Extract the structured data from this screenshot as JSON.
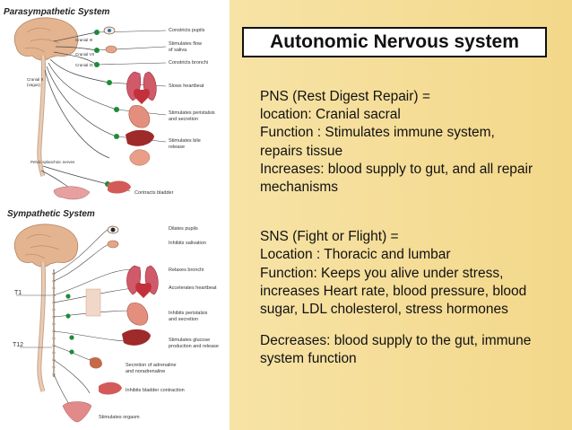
{
  "slide": {
    "title": "Autonomic Nervous system",
    "pns": {
      "heading": "PNS (Rest Digest Repair) =",
      "location": "location:   Cranial sacral",
      "function_1": "Function :  Stimulates immune system,",
      "function_2": "repairs tissue",
      "increases_1": "Increases: blood supply to gut, and all repair",
      "increases_2": "mechanisms"
    },
    "sns": {
      "heading": "SNS (Fight or Flight) =",
      "location": "Location : Thoracic and lumbar",
      "function_1": "Function: Keeps you alive under stress,",
      "function_2": "increases Heart rate, blood pressure, blood",
      "function_3": "sugar, LDL cholesterol, stress hormones",
      "decreases_1": "Decreases: blood supply to the gut, immune",
      "decreases_2": "system function"
    }
  },
  "diagram": {
    "parasympathetic_title": "Parasympathetic System",
    "sympathetic_title": "Sympathetic System",
    "para_labels": {
      "constricts_pupils": "Constricts pupils",
      "saliva_1": "Stimulates flow",
      "saliva_2": "of saliva",
      "bronchi": "Constricts bronchi",
      "heartbeat": "Slows heartbeat",
      "peristalsis_1": "Stimulates peristalsis",
      "peristalsis_2": "and secretion",
      "bile_1": "Stimulates bile",
      "bile_2": "release",
      "bladder": "Contracts bladder",
      "cn3": "Cranial III",
      "cn7": "Cranial VII",
      "cn9": "Cranial IX",
      "vagus_1": "Cranial X",
      "vagus_2": "(vagus)",
      "pelvic": "Pelvic splanchnic nerves"
    },
    "symp_labels": {
      "dilates_pupils": "Dilates pupils",
      "inhibits_salivation": "Inhibits salivation",
      "relaxes_bronchi": "Relaxes bronchi",
      "accelerates_heartbeat": "Accelerates heartbeat",
      "inhibits_peristalsis_1": "Inhibits peristalsis",
      "inhibits_peristalsis_2": "and secretion",
      "glucose_1": "Stimulates glucose",
      "glucose_2": "production and release",
      "adrenaline_1": "Secretion of adrenaline",
      "adrenaline_2": "and noradrenaline",
      "inhibits_bladder": "Inhibits bladder contraction",
      "orgasm": "Stimulates orgasm",
      "t1": "T1",
      "t12": "T12"
    }
  }
}
